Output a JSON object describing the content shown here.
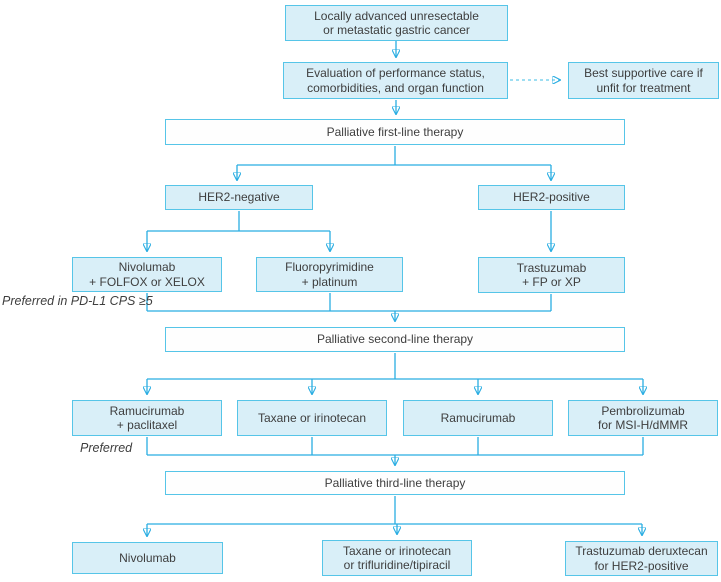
{
  "diagram": {
    "colors": {
      "node_fill": "#d9eff8",
      "node_border": "#56c5e8",
      "plain_node_fill": "#fefefe",
      "connector": "#29ade2",
      "dashed_connector": "#63c9ea",
      "text": "#3e3e3e",
      "background": "#ffffff"
    },
    "nodes": {
      "start": {
        "label": "Locally advanced unresectable\nor metastatic gastric cancer"
      },
      "evaluation": {
        "label": "Evaluation of performance status,\ncomorbidities, and organ function"
      },
      "best_supportive_care": {
        "label": "Best supportive care if\nunfit for treatment"
      },
      "first_line": {
        "label": "Palliative first-line therapy"
      },
      "her2_negative": {
        "label": "HER2-negative"
      },
      "her2_positive": {
        "label": "HER2-positive"
      },
      "nivolumab_folfox": {
        "label": "Nivolumab\n+ FOLFOX or XELOX"
      },
      "fluoropyrimidine_platinum": {
        "label": "Fluoropyrimidine\n+ platinum"
      },
      "trastuzumab_fp_xp": {
        "label": "Trastuzumab\n+ FP or XP"
      },
      "second_line": {
        "label": "Palliative second-line therapy"
      },
      "ramucirumab_paclitaxel": {
        "label": "Ramucirumab\n+ paclitaxel"
      },
      "taxane_irinotecan": {
        "label": "Taxane or irinotecan"
      },
      "ramucirumab": {
        "label": "Ramucirumab"
      },
      "pembrolizumab_msi": {
        "label": "Pembrolizumab\nfor MSI-H/dMMR"
      },
      "third_line": {
        "label": "Palliative third-line therapy"
      },
      "nivolumab": {
        "label": "Nivolumab"
      },
      "taxane_trifluridine": {
        "label": "Taxane or irinotecan\nor trifluridine/tipiracil"
      },
      "trastuzumab_deruxtecan": {
        "label": "Trastuzumab deruxtecan\nfor HER2-positive"
      }
    },
    "annotations": {
      "preferred_pdl1": {
        "label": "Preferred in PD-L1 CPS ≥5"
      },
      "preferred": {
        "label": "Preferred"
      }
    },
    "edges": [
      {
        "from": "start",
        "to": "evaluation",
        "style": "solid"
      },
      {
        "from": "evaluation",
        "to": "best_supportive_care",
        "style": "dashed"
      },
      {
        "from": "evaluation",
        "to": "first_line",
        "style": "solid"
      },
      {
        "from": "first_line",
        "to": "her2_negative",
        "style": "solid"
      },
      {
        "from": "first_line",
        "to": "her2_positive",
        "style": "solid"
      },
      {
        "from": "her2_negative",
        "to": "nivolumab_folfox",
        "style": "solid"
      },
      {
        "from": "her2_negative",
        "to": "fluoropyrimidine_platinum",
        "style": "solid"
      },
      {
        "from": "her2_positive",
        "to": "trastuzumab_fp_xp",
        "style": "solid"
      },
      {
        "from": "nivolumab_folfox",
        "to": "second_line",
        "style": "solid"
      },
      {
        "from": "fluoropyrimidine_platinum",
        "to": "second_line",
        "style": "solid"
      },
      {
        "from": "trastuzumab_fp_xp",
        "to": "second_line",
        "style": "solid"
      },
      {
        "from": "second_line",
        "to": "ramucirumab_paclitaxel",
        "style": "solid"
      },
      {
        "from": "second_line",
        "to": "taxane_irinotecan",
        "style": "solid"
      },
      {
        "from": "second_line",
        "to": "ramucirumab",
        "style": "solid"
      },
      {
        "from": "second_line",
        "to": "pembrolizumab_msi",
        "style": "solid"
      },
      {
        "from": "ramucirumab_paclitaxel",
        "to": "third_line",
        "style": "solid"
      },
      {
        "from": "taxane_irinotecan",
        "to": "third_line",
        "style": "solid"
      },
      {
        "from": "ramucirumab",
        "to": "third_line",
        "style": "solid"
      },
      {
        "from": "pembrolizumab_msi",
        "to": "third_line",
        "style": "solid"
      },
      {
        "from": "third_line",
        "to": "nivolumab",
        "style": "solid"
      },
      {
        "from": "third_line",
        "to": "taxane_trifluridine",
        "style": "solid"
      },
      {
        "from": "third_line",
        "to": "trastuzumab_deruxtecan",
        "style": "solid"
      }
    ]
  }
}
